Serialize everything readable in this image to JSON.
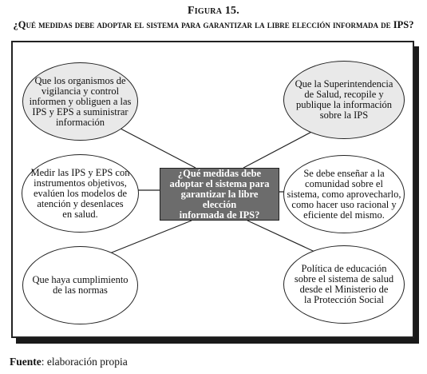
{
  "figure": {
    "title": "Figura 15.",
    "question": "¿Qué medidas debe adoptar el sistema para garantizar la libre elección informada de IPS?"
  },
  "center": {
    "text": "¿Qué medidas debe\nadoptar el sistema para\ngarantizar la libre\nelección\ninformada de IPS?"
  },
  "ovals": {
    "top_left": "Que los organismos de\nvigilancia y control\ninformen y obliguen a las\nIPS y EPS a suministrar\ninformación",
    "top_right": "Que la Superintendencia\nde Salud, recopile y\npublique la información\nsobre la IPS",
    "mid_left": "Medir las IPS y EPS con\ninstrumentos objetivos,\nevalúen los modelos de\natención y desenlaces\nen salud.",
    "mid_right": "Se debe enseñar a la\ncomunidad sobre el\nsistema, como aprovecharlo,\ncomo hacer uso racional y\neficiente del mismo.",
    "bottom_left": "Que haya cumplimiento\nde las normas",
    "bottom_right": "Política de educación\nsobre el sistema de salud\ndesde el Ministerio de\nla Protección Social"
  },
  "source": {
    "label": "Fuente",
    "text": ": elaboración propia"
  },
  "colors": {
    "center_fill": "#6c6c6c",
    "gray_oval_fill": "#e9e9e9",
    "frame_shadow": "#1a1a1a"
  }
}
